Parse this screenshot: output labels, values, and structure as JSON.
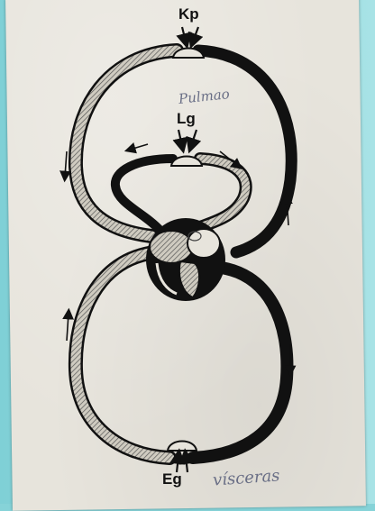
{
  "labels": {
    "top": "Kp",
    "middle": "Lg",
    "bottom": "Eg"
  },
  "handwriting": {
    "lungs_note": "Pulmao",
    "viscera_note": "vísceras"
  },
  "colors": {
    "background": "#86d3d8",
    "paper": "#e7e4dc",
    "ink": "#111111",
    "hatch": "#9a9890",
    "pen": "#6a6f86"
  }
}
